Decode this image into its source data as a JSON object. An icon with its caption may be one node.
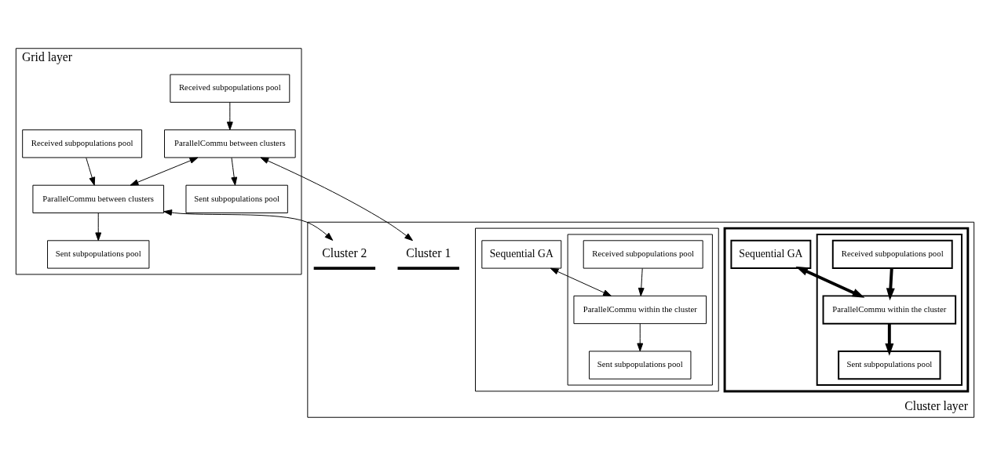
{
  "diagram": {
    "nodes": [
      {
        "text": [
          "Grid layer"
        ]
      },
      {
        "text": [
          "ParallelCommu between clusters"
        ],
        "in": 0
      },
      {
        "text": [
          "Received subpopulations pool"
        ],
        "in": 0
      },
      {
        "text": [
          "Sent subpopulations pool"
        ],
        "in": 0
      },
      {
        "text": [
          "ParallelCommu between clusters"
        ],
        "in": 0
      },
      {
        "text": [
          "Received subpopulations pool"
        ],
        "in": 0
      },
      {
        "text": [
          "Sent subpopulations pool"
        ],
        "in": 0
      },
      {
        "text": [
          "Cluster layer"
        ]
      },
      {
        "text": [
          "Cluster 1"
        ],
        "in": 7
      },
      {
        "text": [],
        "shape": "box",
        "in": 7
      },
      {
        "text": [
          "Sequential GA"
        ],
        "in": 9
      },
      {
        "text": [],
        "shape": "box",
        "in": 9
      },
      {
        "text": [
          "ParallelCommu within the cluster"
        ],
        "in": 11
      },
      {
        "text": [
          "Received subpopulations pool"
        ],
        "in": 11
      },
      {
        "text": [
          "Sent subpopulations pool"
        ],
        "in": 11
      },
      {
        "text": [
          "Cluster 2"
        ],
        "in": 7
      },
      {
        "text": [],
        "shape": "box",
        "in": 7
      },
      {
        "text": [
          "Sequential GA"
        ],
        "in": 16
      },
      {
        "text": [],
        "shape": "box",
        "in": 16
      },
      {
        "text": [
          "ParallelCommu within the cluster"
        ],
        "in": 18
      },
      {
        "text": [
          "Received subpopulations pool"
        ],
        "in": 18
      },
      {
        "text": [
          "Sent subpopulations pool"
        ],
        "in": 18
      }
    ],
    "edges": [
      {
        "from": 1,
        "to": 4,
        "arrow": "both"
      },
      {
        "from": 2,
        "to": 1,
        "arrow": "to"
      },
      {
        "from": 1,
        "to": 3,
        "arrow": "to"
      },
      {
        "from": 5,
        "to": 4,
        "arrow": "to"
      },
      {
        "from": 4,
        "to": 6,
        "arrow": "to"
      },
      {
        "from": 1,
        "to": 8,
        "arrow": "both"
      },
      {
        "from": 4,
        "to": 15,
        "arrow": "both"
      },
      {
        "from": 10,
        "to": 12,
        "arrow": "both",
        "style": "thick"
      },
      {
        "from": 13,
        "to": 12,
        "arrow": "to",
        "style": "thick"
      },
      {
        "from": 12,
        "to": 14,
        "arrow": "to",
        "style": "thick"
      },
      {
        "from": 17,
        "to": 19,
        "arrow": "both"
      },
      {
        "from": 20,
        "to": 19,
        "arrow": "to"
      },
      {
        "from": 19,
        "to": 21,
        "arrow": "to"
      }
    ]
  }
}
